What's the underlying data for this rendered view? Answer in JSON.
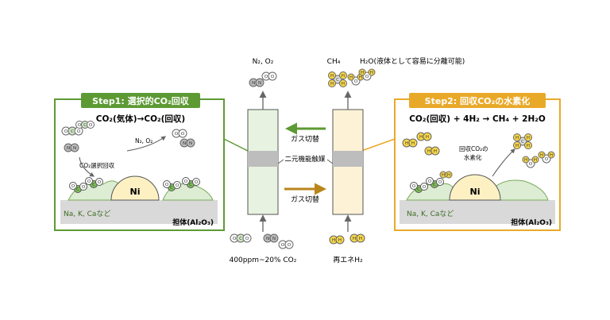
{
  "step1": {
    "title": "Step1: 選択的CO₂回収",
    "equation": "CO₂(気体)→CO₂(回収)",
    "n2o2": "N₂, O₂",
    "capture": "CO₂選択回収",
    "ni": "Ni",
    "alkali": "Na, K, Caなど",
    "support": "担体(Al₂O₃)",
    "colors": {
      "accent": "#5d9a34",
      "light": "#dcedd3"
    }
  },
  "step2": {
    "title": "Step2: 回収CO₂の水素化",
    "equation": "CO₂(回収) + 4H₂ → CH₄ + 2H₂O",
    "hydro_line1": "回収CO₂の",
    "hydro_line2": "水素化",
    "ni": "Ni",
    "alkali": "Na, K, Caなど",
    "support": "担体(Al₂O₃)",
    "colors": {
      "accent": "#e9a928",
      "light": "#fdf2d6"
    }
  },
  "reactor": {
    "top_left": "N₂, O₂",
    "top_right_ch4": "CH₄",
    "top_right_h2o": "H₂O(液体として容易に分離可能)",
    "gas_switch_top": "ガス切替",
    "gas_switch_bottom": "ガス切替",
    "catalyst": "二元機能触媒",
    "bottom_left": "400ppm~20% CO₂",
    "bottom_right": "再エネH₂"
  },
  "molecule_labels": {
    "carbon": "C",
    "oxygen": "O",
    "nitrogen": "N",
    "hydrogen": "H"
  }
}
